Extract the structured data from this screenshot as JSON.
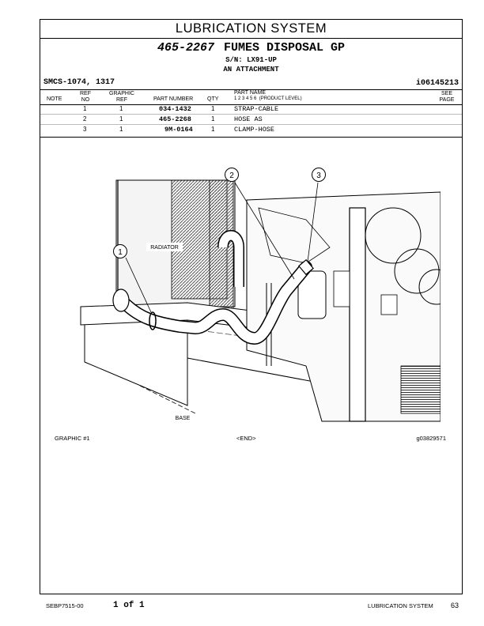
{
  "header": {
    "section_title": "LUBRICATION SYSTEM",
    "part_number": "465-2267",
    "part_name": "FUMES DISPOSAL GP",
    "serial": "S/N: LX91-UP",
    "attachment": "AN ATTACHMENT",
    "smcs": "SMCS-1074, 1317",
    "illustration_id": "i06145213"
  },
  "table": {
    "headers": {
      "note": "NOTE",
      "ref_no_1": "REF",
      "ref_no_2": "NO",
      "graphic_ref_1": "GRAPHIC",
      "graphic_ref_2": "REF",
      "part_number": "PART NUMBER",
      "qty": "QTY",
      "part_name": "PART NAME",
      "levels": "1  2  3  4  5  6",
      "product_level": "(PRODUCT LEVEL)",
      "see_page_1": "SEE",
      "see_page_2": "PAGE"
    },
    "rows": [
      {
        "ref": "1",
        "graphic": "1",
        "part_number": "034-1432",
        "qty": "1",
        "name": "STRAP-CABLE"
      },
      {
        "ref": "2",
        "graphic": "1",
        "part_number": "465-2268",
        "qty": "1",
        "name": "HOSE AS"
      },
      {
        "ref": "3",
        "graphic": "1",
        "part_number": "9M-0164",
        "qty": "1",
        "name": "CLAMP-HOSE"
      }
    ]
  },
  "illustration": {
    "callouts": [
      "1",
      "2",
      "3"
    ],
    "labels": {
      "radiator": "RADIATOR",
      "base": "BASE"
    }
  },
  "caption": {
    "graphic": "GRAPHIC #1",
    "end": "<END>",
    "graphic_id": "g03829571"
  },
  "footer": {
    "doc_id": "SEBP7515-00",
    "page_of": "1 of 1",
    "section": "LUBRICATION SYSTEM",
    "page_number": "63"
  }
}
